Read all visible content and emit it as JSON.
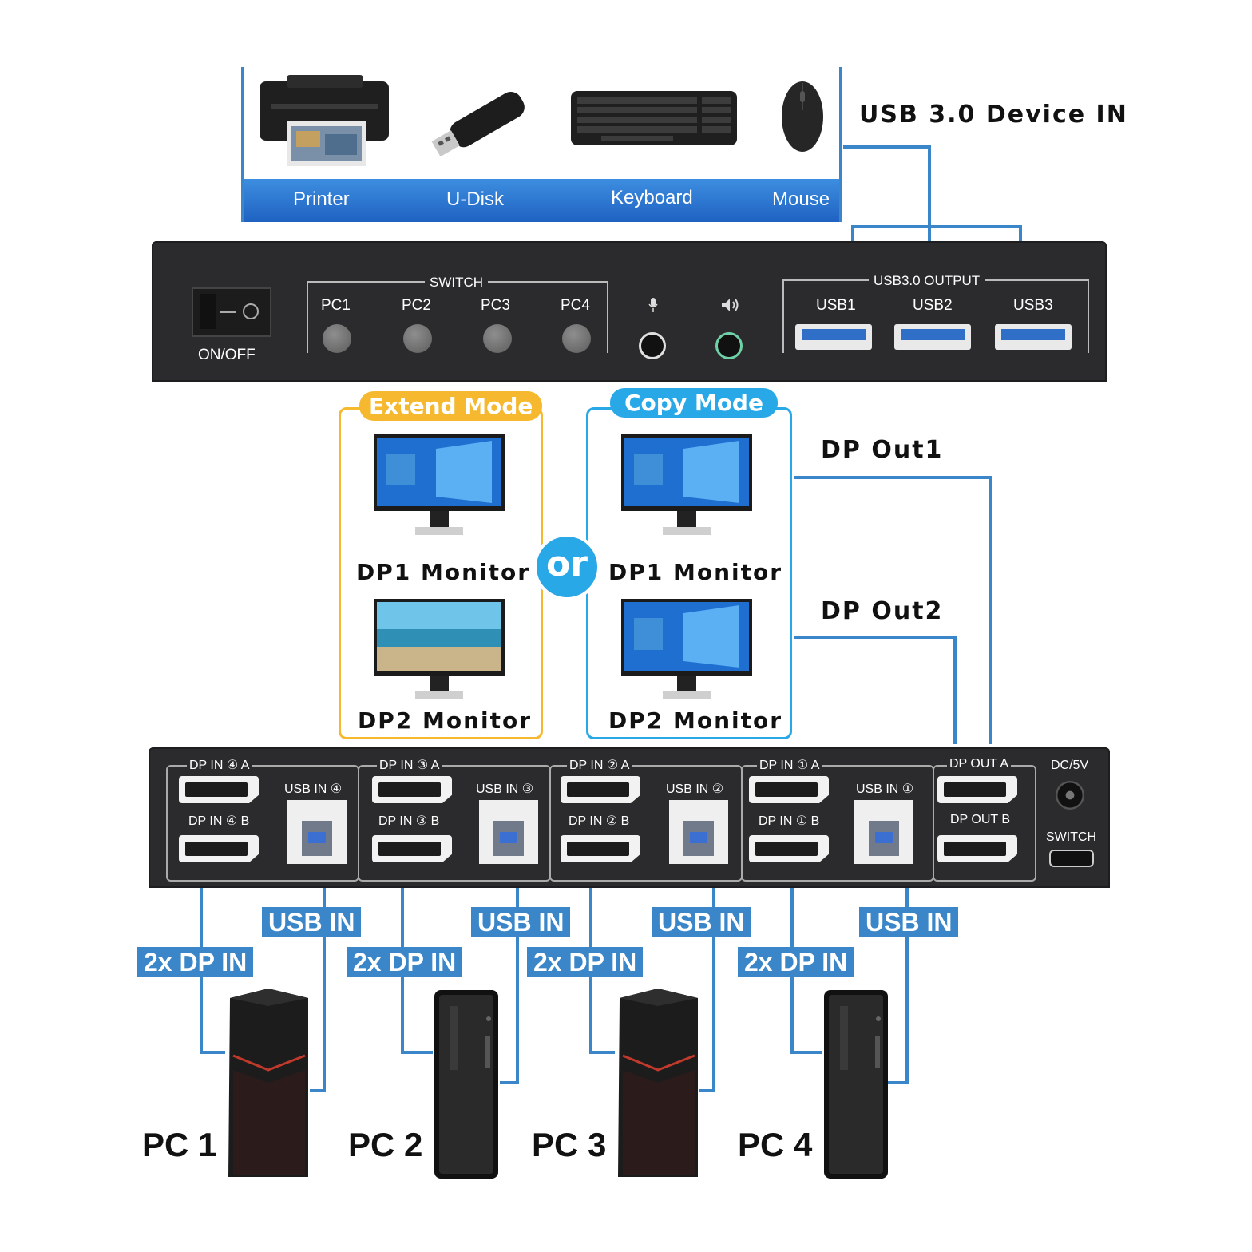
{
  "devices": {
    "title": "USB 3.0 Device IN",
    "items": [
      {
        "label": "Printer",
        "icon": "printer-icon"
      },
      {
        "label": "U-Disk",
        "icon": "usb-drive-icon"
      },
      {
        "label": "Keyboard",
        "icon": "keyboard-icon"
      },
      {
        "label": "Mouse",
        "icon": "mouse-icon"
      }
    ]
  },
  "front_panel": {
    "power_label": "ON/OFF",
    "switch_label": "SWITCH",
    "pc_buttons": [
      "PC1",
      "PC2",
      "PC3",
      "PC4"
    ],
    "usb_output_label": "USB3.0 OUTPUT",
    "usb_ports": [
      "USB1",
      "USB2",
      "USB3"
    ]
  },
  "modes": {
    "extend": {
      "title": "Extend Mode",
      "monitor1": "DP1 Monitor",
      "monitor2": "DP2 Monitor"
    },
    "or_label": "or",
    "copy": {
      "title": "Copy Mode",
      "monitor1": "DP1 Monitor",
      "monitor2": "DP2 Monitor"
    },
    "dp_out1": "DP Out1",
    "dp_out2": "DP Out2"
  },
  "back_panel": {
    "groups": [
      {
        "dp_a": "DP IN ④ A",
        "dp_b": "DP IN ④ B",
        "usb": "USB IN ④"
      },
      {
        "dp_a": "DP IN ③ A",
        "dp_b": "DP IN ③ B",
        "usb": "USB IN ③"
      },
      {
        "dp_a": "DP IN ② A",
        "dp_b": "DP IN ② B",
        "usb": "USB IN ②"
      },
      {
        "dp_a": "DP IN ① A",
        "dp_b": "DP IN ① B",
        "usb": "USB IN ①"
      }
    ],
    "dp_out_a": "DP OUT A",
    "dp_out_b": "DP OUT B",
    "dc_label": "DC/5V",
    "switch_label": "SWITCH"
  },
  "pcs": [
    {
      "label": "PC 1",
      "usb": "USB IN",
      "dp": "2x DP IN"
    },
    {
      "label": "PC 2",
      "usb": "USB IN",
      "dp": "2x DP IN"
    },
    {
      "label": "PC 3",
      "usb": "USB IN",
      "dp": "2x DP IN"
    },
    {
      "label": "PC 4",
      "usb": "USB IN",
      "dp": "2x DP IN"
    }
  ],
  "colors": {
    "accent_blue": "#3a86c8",
    "extend_orange": "#f5b82e",
    "copy_blue": "#29a8e8"
  }
}
